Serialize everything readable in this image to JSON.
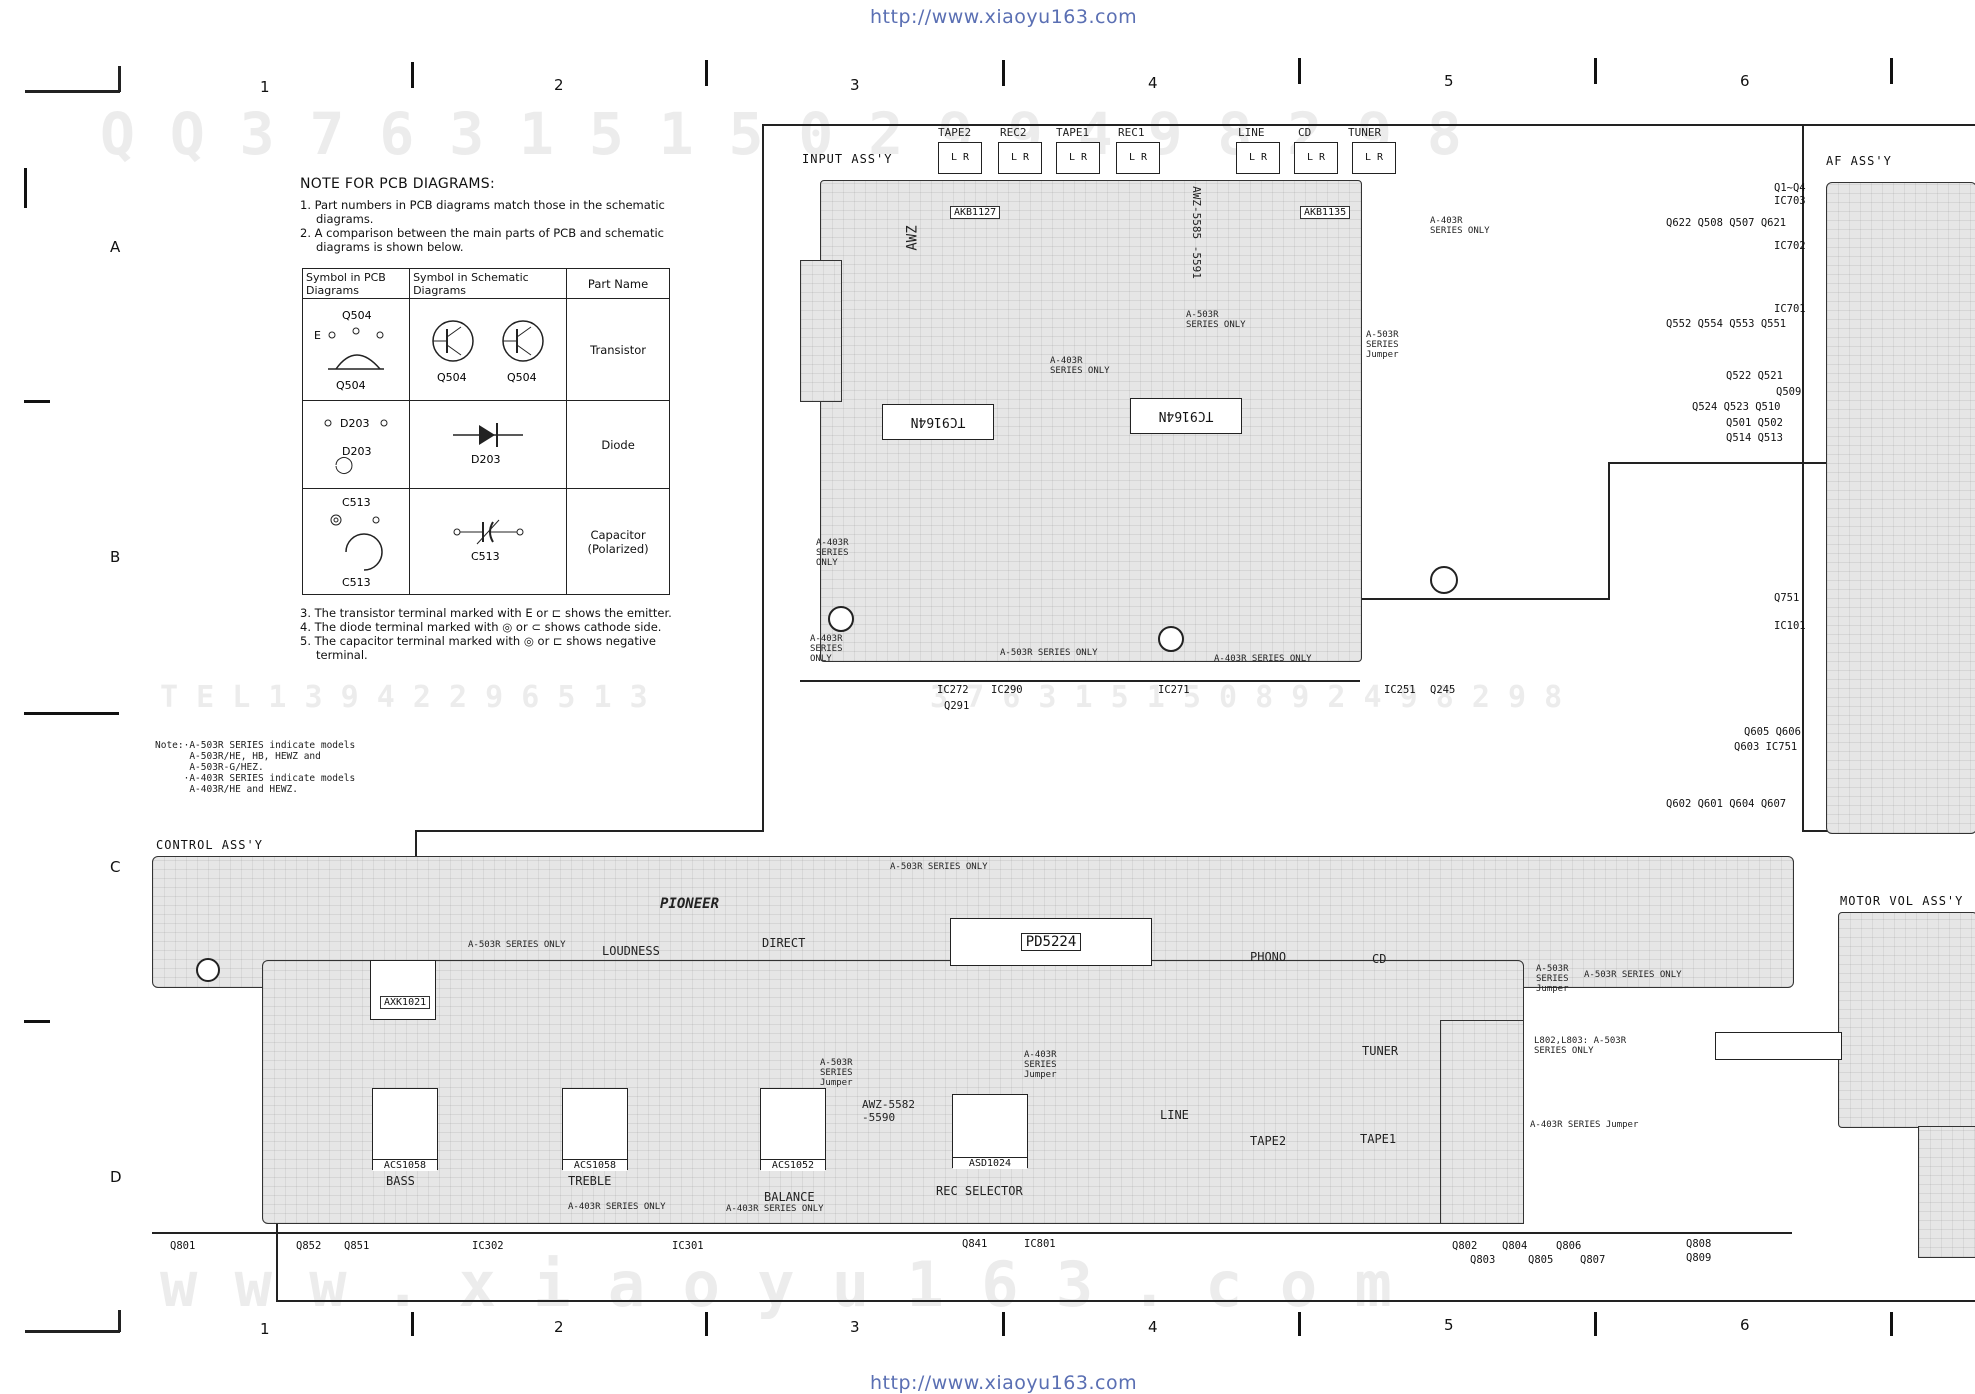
{
  "header": {
    "url": "http://www.xiaoyu163.com"
  },
  "footer": {
    "url": "http://www.xiaoyu163.com"
  },
  "grid": {
    "columns": [
      "1",
      "2",
      "3",
      "4",
      "5",
      "6"
    ],
    "rows": [
      "A",
      "B",
      "C",
      "D"
    ]
  },
  "watermarks": {
    "qq": "Q Q   3 7 6 3 1 5 1 5 0   2 9 9 4 9 8 2 9 8",
    "tel": "T E L   1 3 9 4 2 2 9 6 5 1 3",
    "www": "w w w . x i a o y u 1 6 3 . c o m",
    "qq2": "3 7 6 3 1 5 1 5 0   8 9 2 4 9 8 2 9 8"
  },
  "notes": {
    "title": "NOTE FOR PCB DIAGRAMS:",
    "items": [
      "1. Part numbers in PCB diagrams match those in the schematic",
      "diagrams.",
      "2. A comparison between the main parts of PCB and schematic",
      "diagrams is shown below."
    ],
    "table": {
      "headers": [
        "Symbol in PCB Diagrams",
        "Symbol in Schematic Diagrams",
        "Part Name"
      ],
      "rows": [
        {
          "pcb_ref": "Q504",
          "pcb_ref2": "Q504",
          "sch_ref1": "Q504",
          "sch_ref2": "Q504",
          "emitter": "E",
          "name": "Transistor"
        },
        {
          "pcb_ref": "D203",
          "pcb_ref2": "D203",
          "sch_ref1": "D203",
          "name": "Diode"
        },
        {
          "pcb_ref": "C513",
          "pcb_ref2": "C513",
          "sch_ref1": "C513",
          "name": "Capacitor",
          "name2": "(Polarized)"
        }
      ]
    },
    "footnotes": [
      "3. The transistor terminal marked with E or ⊏ shows the emitter.",
      "4. The diode terminal marked with ◎ or ⊂ shows cathode side.",
      "5. The capacitor terminal marked with ◎ or ⊏ shows negative",
      "terminal."
    ],
    "series_note": "Note:·A-503R SERIES indicate models\n      A-503R/HE, HB, HEWZ and\n      A-503R-G/HEZ.\n     ·A-403R SERIES indicate models\n      A-403R/HE and HEWZ."
  },
  "input_assy": {
    "title": "INPUT ASS'Y",
    "jacks": [
      "TAPE2",
      "REC2",
      "TAPE1",
      "REC1",
      "LINE",
      "CD",
      "TUNER"
    ],
    "lr": "L R",
    "chips": [
      "AKB1127",
      "AKB1135",
      "TC9164N",
      "TC9164N"
    ],
    "labels": [
      "AWZ",
      "AWZ-5585 -5591",
      "A-403R SERIES ONLY",
      "A-503R SERIES ONLY",
      "A-503R SERIES ONLY",
      "A-403R SERIES ONLY",
      "A-403R SERIES ONLY",
      "A-503R SERIES Jumper"
    ],
    "refs": [
      "IC272",
      "IC290",
      "Q291",
      "IC271",
      "IC251",
      "Q245"
    ]
  },
  "af_assy": {
    "title": "AF ASS'Y",
    "refs": [
      "Q1~Q4",
      "IC703",
      "Q622 Q508 Q507 Q621",
      "IC702",
      "IC701",
      "Q552 Q554 Q553 Q551",
      "Q522 Q521",
      "Q509",
      "Q524 Q523 Q510",
      "Q501 Q502",
      "Q514 Q513",
      "Q751",
      "IC101",
      "Q605 Q606",
      "Q603 IC751",
      "Q602 Q601 Q604 Q607"
    ]
  },
  "control_assy": {
    "title": "CONTROL ASS'Y",
    "brand": "PIONEER",
    "main_ic": "PD5224",
    "pots": [
      {
        "chip": "ACS1058",
        "label": "BASS"
      },
      {
        "chip": "ACS1058",
        "label": "TREBLE"
      },
      {
        "chip": "ACS1052",
        "label": "BALANCE"
      },
      {
        "chip": "ASD1024",
        "label": "REC SELECTOR"
      }
    ],
    "chip_small": "AXK1021",
    "section_labels": [
      "LOUDNESS",
      "DIRECT",
      "PHONO",
      "CD",
      "TUNER",
      "LINE",
      "TAPE2",
      "TAPE1"
    ],
    "notes": [
      "A-503R SERIES ONLY",
      "A-503R SERIES ONLY",
      "A-503R SERIES Jumper",
      "A-403R SERIES Jumper",
      "A-503R SERIES Jumper",
      "A-503R SERIES ONLY",
      "L802,L803: A-503R SERIES ONLY",
      "A-403R SERIES Jumper",
      "A-403R SERIES ONLY",
      "A-403R SERIES ONLY"
    ],
    "awz": "AWZ-5582 -5590",
    "refs": [
      "Q801",
      "Q852",
      "Q851",
      "IC302",
      "IC301",
      "Q841",
      "IC801",
      "Q802",
      "Q804",
      "Q806",
      "Q808",
      "Q803",
      "Q805",
      "Q807",
      "Q809"
    ]
  },
  "motor_vol_assy": {
    "title": "MOTOR VOL ASS'Y"
  }
}
